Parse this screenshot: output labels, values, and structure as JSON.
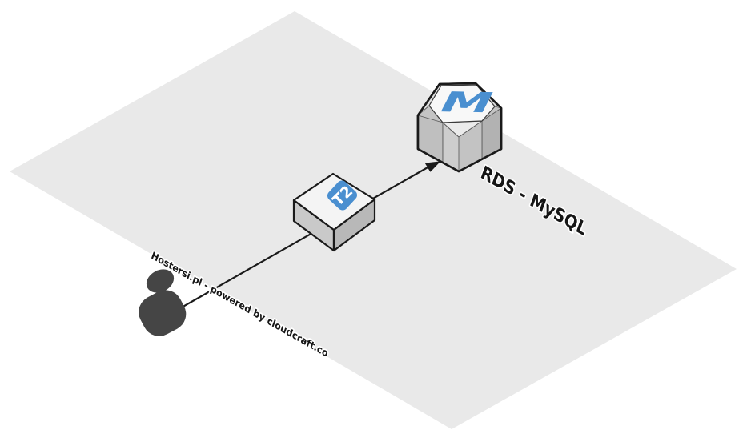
{
  "diagram": {
    "type": "isometric-cloud-architecture",
    "floor_title": "Hostersi.pl - powered by cloudcraft.co",
    "nodes": {
      "user": {
        "icon": "person-silhouette"
      },
      "ec2": {
        "badge": "T2",
        "kind": "EC2 instance"
      },
      "rds": {
        "engine_letter": "M",
        "label": "RDS - MySQL",
        "kind": "RDS database"
      }
    },
    "edge": {
      "from": "user",
      "to": "rds",
      "arrow": "filled-triangle"
    }
  },
  "colors": {
    "canvas-bg": "#ffffff",
    "floor": "#e9e9e9",
    "accent-blue": "#4a8fd0",
    "outline": "#1a1a1a",
    "person": "#454545",
    "label-text": "#161616",
    "label-halo": "#ffffff"
  }
}
